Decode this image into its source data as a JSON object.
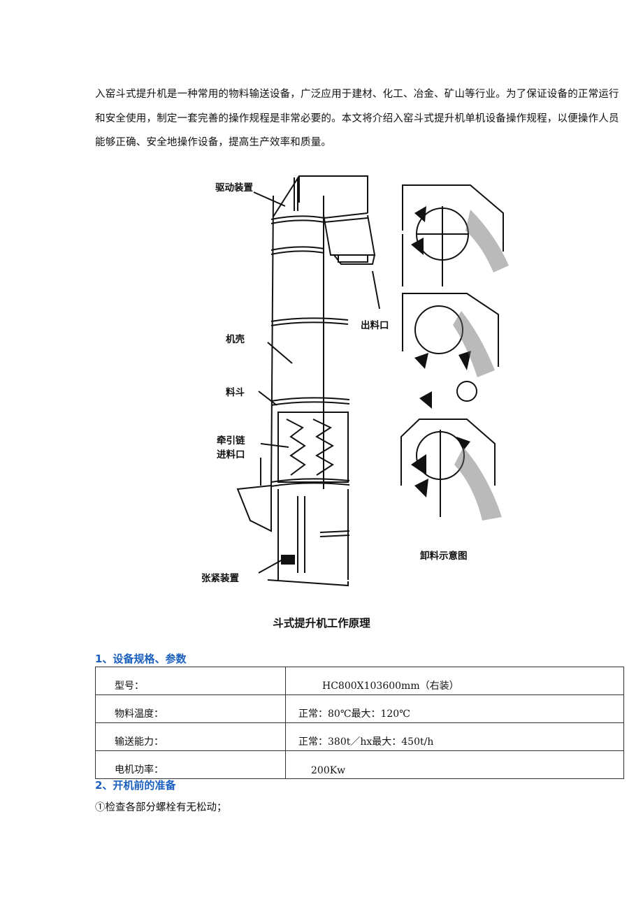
{
  "intro": "入窑斗式提升机是一种常用的物料输送设备，广泛应用于建材、化工、冶金、矿山等行业。为了保证设备的正常运行和安全使用，制定一套完善的操作规程是非常必要的。本文将介绍入窑斗式提升机单机设备操作规程，以便操作人员能够正确、安全地操作设备，提高生产效率和质量。",
  "figure": {
    "labels": {
      "drive": "驱动装置",
      "outlet": "出料口",
      "casing": "机壳",
      "bucket": "料斗",
      "chain": "牵引链",
      "inlet": "进料口",
      "tension": "张紧装置",
      "discharge": "卸料示意图"
    },
    "caption": "斗式提升机工作原理"
  },
  "section1": {
    "heading": "1、设备规格、参数",
    "rows": [
      {
        "label": "型号：",
        "value": "HC800X103600mm（右装）"
      },
      {
        "label": "物料温度：",
        "value": "正常：80℃最大：120℃"
      },
      {
        "label": "输送能力：",
        "value": "正常：380t／hx最大：450t/h"
      },
      {
        "label": "电机功率：",
        "value": "200Kw"
      }
    ]
  },
  "section2": {
    "heading": "2、开机前的准备",
    "items": [
      "①检查各部分螺栓有无松动；"
    ]
  }
}
